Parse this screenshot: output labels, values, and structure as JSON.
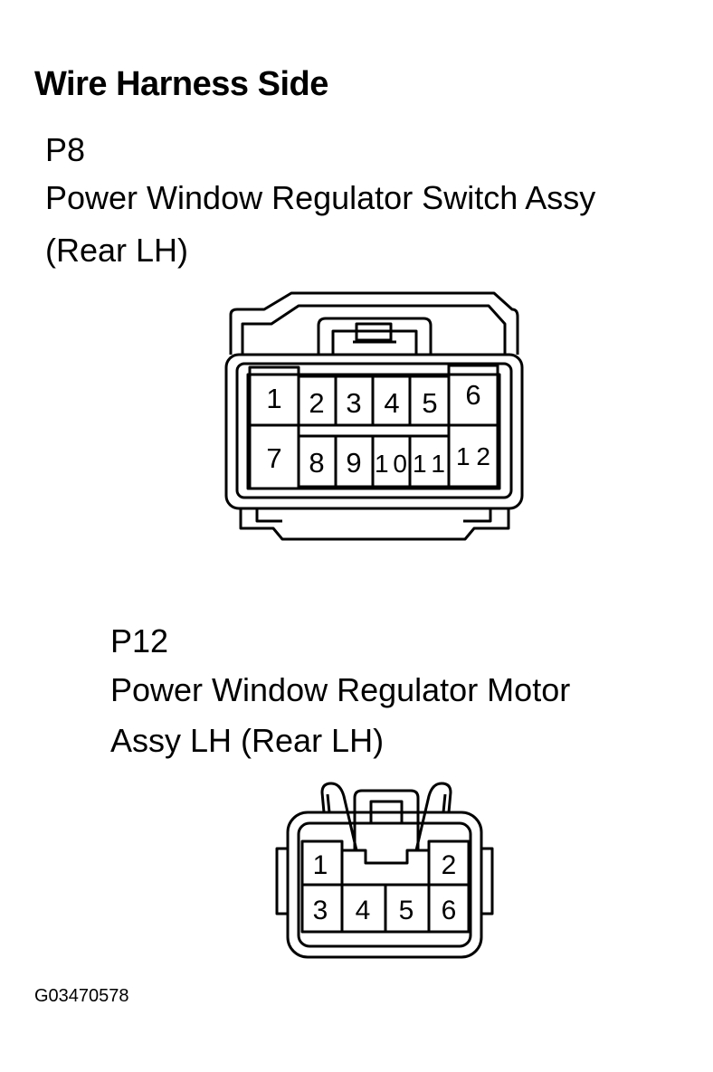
{
  "title": "Wire Harness Side",
  "connectors": [
    {
      "id": "P8",
      "name_line1": "Power Window Regulator Switch Assy",
      "name_line2": "(Rear LH)",
      "pins_top": [
        "1",
        "2",
        "3",
        "4",
        "5",
        "6"
      ],
      "pins_bottom": [
        "7",
        "8",
        "9",
        "10",
        "11",
        "12"
      ]
    },
    {
      "id": "P12",
      "name_line1": "Power Window Regulator Motor",
      "name_line2": "Assy LH (Rear LH)",
      "pins_top": [
        "1",
        "2"
      ],
      "pins_bottom": [
        "3",
        "4",
        "5",
        "6"
      ]
    }
  ],
  "figure_code": "G03470578"
}
